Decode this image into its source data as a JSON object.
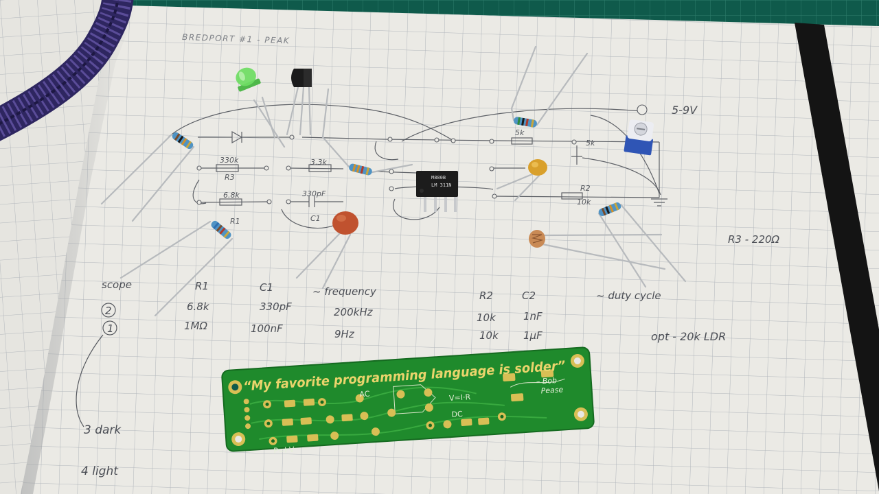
{
  "notebook": {
    "heading": "BREDPORT #1 - PEAK",
    "supply_voltage": "5-9V",
    "r3_note": "R3 - 220Ω",
    "ldr_option": "opt - 20k LDR",
    "dark_note": "3 dark",
    "light_note": "4 light"
  },
  "schematic": {
    "r3_value": "330k",
    "r3_name": "R3",
    "resistor_3k3": "3.3k",
    "r1_value": "6.8k",
    "c1_value": "330pF",
    "c1_name": "C1",
    "r1_name": "R1",
    "top_resistor_value": "5k",
    "pot_value": "5k",
    "r2_name": "R2",
    "r2_value": "10k"
  },
  "table": {
    "headers": [
      "scope",
      "R1",
      "C1",
      "~ frequency",
      "R2",
      "C2",
      "~ duty cycle"
    ],
    "rows": [
      {
        "scope": "2",
        "r1": "6.8k",
        "c1": "330pF",
        "frequency": "200kHz",
        "r2": "10k",
        "c2": "1nF"
      },
      {
        "scope": "1",
        "r1": "1MΩ",
        "c1": "100nF",
        "frequency": "9Hz",
        "r2": "10k",
        "c2": "1µF"
      }
    ]
  },
  "ic": {
    "line1": "M880B",
    "line2": "LM 311N"
  },
  "pcb": {
    "quote": "“My favorite programming language is solder”",
    "attribution_1": "– Bob",
    "attribution_2": "Pease",
    "ohms_law": "V=I·R",
    "power_law": "P=I·V",
    "dc": "DC",
    "ac": "AC"
  },
  "colors": {
    "cutting_mat": "#0f5a4b",
    "paper": "#e9e8e3",
    "grid": "#aeb3b9",
    "pcb_green": "#1f8a2c",
    "pcb_gold": "#ead46c",
    "resistor_blue": "#4f93c4",
    "led_green": "#5fd45a",
    "cord_purple": "#2e2660",
    "elastic_band": "#141414"
  }
}
